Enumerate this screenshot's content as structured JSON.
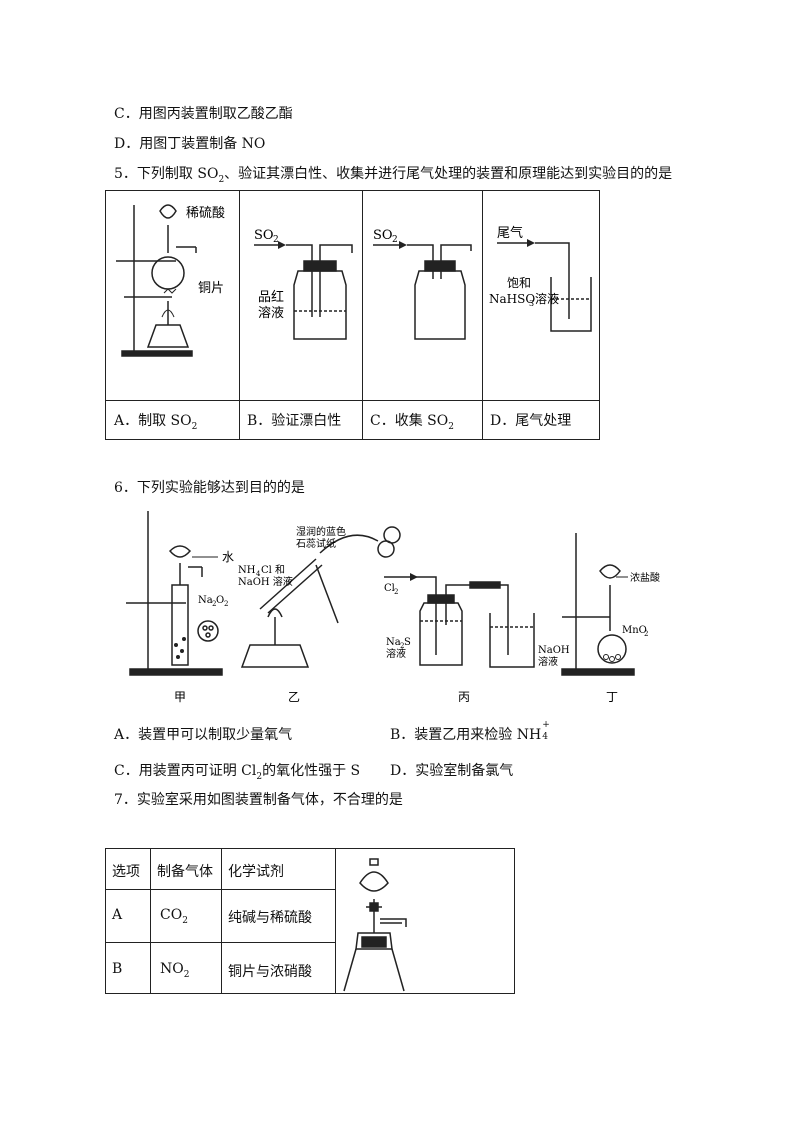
{
  "q4": {
    "option_c": "C．用图丙装置制取乙酸乙酯",
    "option_d": "D．用图丁装置制备 NO"
  },
  "q5": {
    "stem_a": "5．下列制取 SO",
    "stem_sub": "2",
    "stem_b": "、验证其漂白性、收集并进行尾气处理的装置和原理能达到实验目的的是",
    "fig_a": {
      "label1": "稀硫酸",
      "label2": "铜片"
    },
    "fig_b": {
      "gas": "SO",
      "gas_sub": "2",
      "label1": "品红",
      "label2": "溶液"
    },
    "fig_c": {
      "gas": "SO",
      "gas_sub": "2"
    },
    "fig_d": {
      "gas": "尾气",
      "label1": "饱和",
      "label2": "NaHSO",
      "label2_sub": "3",
      "label2_tail": "溶液"
    },
    "cap_a": "A．制取 SO",
    "cap_a_sub": "2",
    "cap_b": "B．验证漂白性",
    "cap_c": "C．收集 SO",
    "cap_c_sub": "2",
    "cap_d": "D．尾气处理"
  },
  "q6": {
    "stem": "6．下列实验能够达到目的的是",
    "jia": {
      "water": "水",
      "reagent": "Na",
      "reagent_sub1": "2",
      "reagent_mid": "O",
      "reagent_sub2": "2",
      "name": "甲"
    },
    "yi": {
      "paper1": "湿润的蓝色",
      "paper2": "石蕊试纸",
      "r1": "NH",
      "r1_sub": "4",
      "r1_tail": "Cl 和",
      "r2": "NaOH 溶液",
      "name": "乙"
    },
    "bing": {
      "gas": "Cl",
      "gas_sub": "2",
      "s1": "Na",
      "s1_sub": "2",
      "s1_tail": "S",
      "s2": "溶液",
      "n1": "NaOH",
      "n2": "溶液",
      "name": "丙"
    },
    "ding": {
      "acid": "浓盐酸",
      "solid": "MnO",
      "solid_sub": "2",
      "name": "丁"
    },
    "opt_a": "A．装置甲可以制取少量氧气",
    "opt_b": "B．装置乙用来检验 NH",
    "opt_b_sub": "4",
    "opt_b_sup": "+",
    "opt_c_a": "C．用装置丙可证明 Cl",
    "opt_c_sub": "2",
    "opt_c_b": "的氧化性强于 S",
    "opt_d": "D．实验室制备氯气"
  },
  "q7": {
    "stem": "7．实验室采用如图装置制备气体，不合理的是",
    "headers": [
      "选项",
      "制备气体",
      "化学试剂"
    ],
    "rows": [
      {
        "option": "A",
        "gas": "CO",
        "gas_sub": "2",
        "reagent": "纯碱与稀硫酸"
      },
      {
        "option": "B",
        "gas": "NO",
        "gas_sub": "2",
        "reagent": "铜片与浓硝酸"
      }
    ]
  }
}
